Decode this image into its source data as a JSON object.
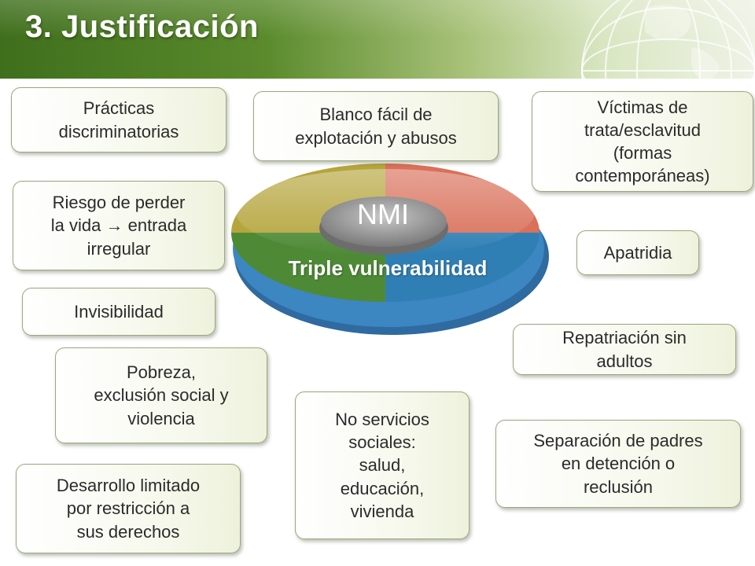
{
  "slide": {
    "title": "3. Justificación"
  },
  "center": {
    "label": "NMI",
    "subtitle": "Triple vulnerabilidad"
  },
  "boxes": {
    "practicas": [
      "Prácticas",
      "discriminatorias"
    ],
    "blanco": [
      "Blanco fácil de",
      "explotación y abusos"
    ],
    "victimas": [
      "Víctimas de",
      "trata/esclavitud",
      "(formas",
      "contemporáneas)"
    ],
    "riesgo": [
      "Riesgo de perder",
      "la vida → entrada",
      "irregular"
    ],
    "apatridia": [
      "Apatridia"
    ],
    "invisibilidad": [
      "Invisibilidad"
    ],
    "repatriacion": [
      "Repatriación sin",
      "adultos"
    ],
    "pobreza": [
      "Pobreza,",
      "exclusión social y",
      "violencia"
    ],
    "servicios": [
      "No servicios",
      "sociales:",
      "salud,",
      "educación,",
      "vivienda"
    ],
    "separacion": [
      "Separación de padres",
      "en detención o",
      "reclusión"
    ],
    "desarrollo": [
      "Desarrollo limitado",
      "por restricción a",
      "sus derechos"
    ]
  },
  "colors": {
    "header_dark": "#3f6f1c",
    "header_light": "#eef3e6",
    "box_border": "#9aa87e",
    "disc_red": "#d9705a",
    "disc_blue": "#2f7fb5",
    "disc_green": "#4e8a36",
    "disc_olive": "#b5a53c",
    "hub": "#9a9a9a"
  },
  "icons": {
    "globe": "globe-icon",
    "disc": "pie-disc-graphic"
  }
}
